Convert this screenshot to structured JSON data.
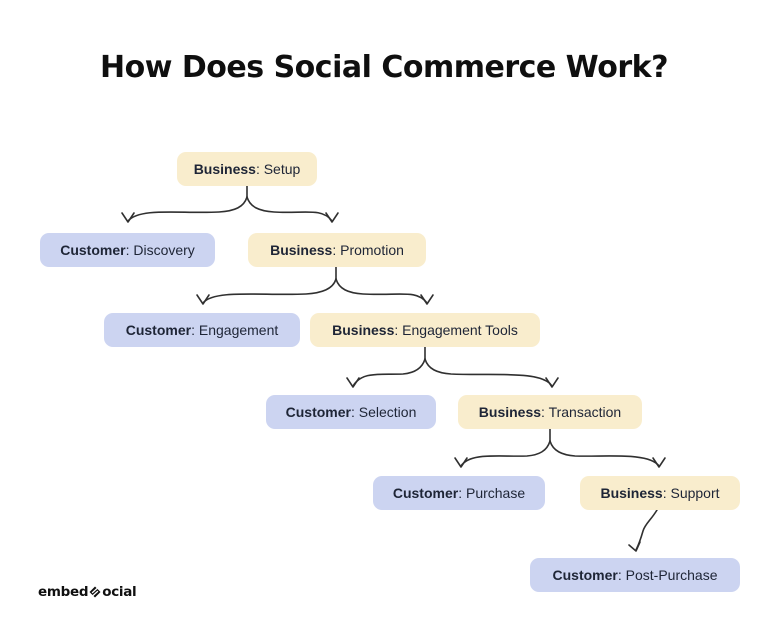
{
  "title": "How Does Social Commerce Work?",
  "colors": {
    "background": "#ffffff",
    "business_fill": "#f9edcd",
    "customer_fill": "#ccd4f1",
    "node_text": "#1e2536",
    "arrow": "#303030",
    "title_text": "#0f0f0f"
  },
  "nodes": [
    {
      "id": "business-setup",
      "type": "business",
      "actor": "Business",
      "rest": ": Setup"
    },
    {
      "id": "customer-discovery",
      "type": "customer",
      "actor": "Customer",
      "rest": ": Discovery"
    },
    {
      "id": "business-promotion",
      "type": "business",
      "actor": "Business",
      "rest": ": Promotion"
    },
    {
      "id": "customer-engagement",
      "type": "customer",
      "actor": "Customer",
      "rest": ": Engagement"
    },
    {
      "id": "business-engagement-tools",
      "type": "business",
      "actor": "Business",
      "rest": ": Engagement Tools"
    },
    {
      "id": "customer-selection",
      "type": "customer",
      "actor": "Customer",
      "rest": ": Selection"
    },
    {
      "id": "business-transaction",
      "type": "business",
      "actor": "Business",
      "rest": ": Transaction"
    },
    {
      "id": "customer-purchase",
      "type": "customer",
      "actor": "Customer",
      "rest": ": Purchase"
    },
    {
      "id": "business-support",
      "type": "business",
      "actor": "Business",
      "rest": ": Support"
    },
    {
      "id": "customer-post-purchase",
      "type": "customer",
      "actor": "Customer",
      "rest": ": Post-Purchase"
    }
  ],
  "edges": [
    {
      "from": "business-setup",
      "to": "customer-discovery"
    },
    {
      "from": "business-setup",
      "to": "business-promotion"
    },
    {
      "from": "business-promotion",
      "to": "customer-engagement"
    },
    {
      "from": "business-promotion",
      "to": "business-engagement-tools"
    },
    {
      "from": "business-engagement-tools",
      "to": "customer-selection"
    },
    {
      "from": "business-engagement-tools",
      "to": "business-transaction"
    },
    {
      "from": "business-transaction",
      "to": "customer-purchase"
    },
    {
      "from": "business-transaction",
      "to": "business-support"
    },
    {
      "from": "business-support",
      "to": "customer-post-purchase"
    }
  ],
  "logo": {
    "prefix": "embed",
    "suffix": "ocial"
  }
}
